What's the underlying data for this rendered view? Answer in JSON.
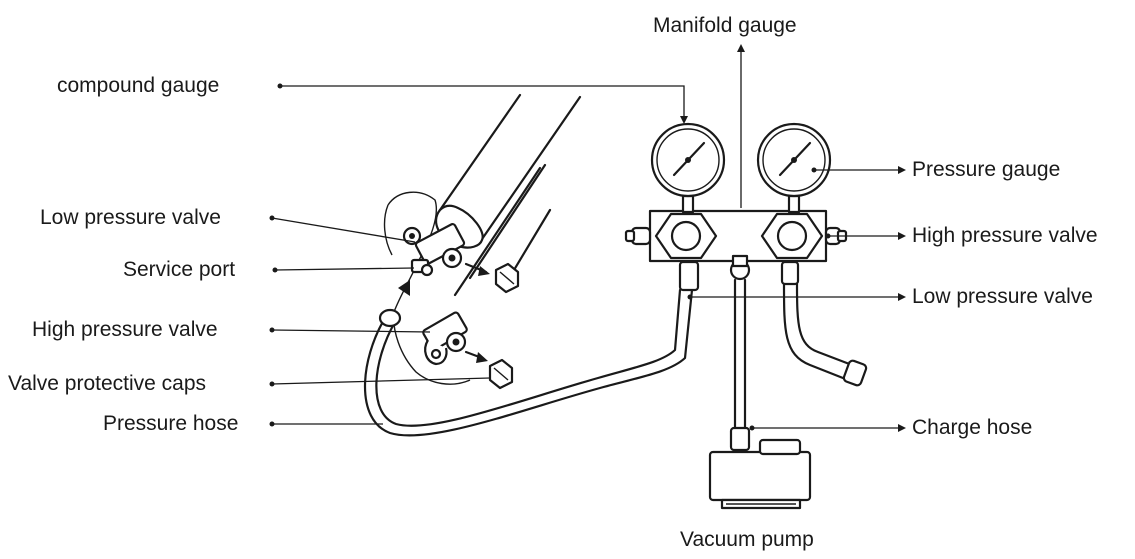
{
  "labels": {
    "manifold_gauge": "Manifold gauge",
    "compound_gauge": "compound gauge",
    "pressure_gauge": "Pressure gauge",
    "low_pressure_valve_left": "Low pressure valve",
    "service_port": "Service port",
    "high_pressure_valve_right": "High pressure valve",
    "high_pressure_valve_left": "High pressure valve",
    "low_pressure_valve_right": "Low pressure valve",
    "valve_protective_caps": "Valve protective caps",
    "pressure_hose": "Pressure hose",
    "charge_hose": "Charge hose",
    "vacuum_pump": "Vacuum pump"
  },
  "colors": {
    "ink": "#1a1a1a",
    "background": "#ffffff"
  }
}
